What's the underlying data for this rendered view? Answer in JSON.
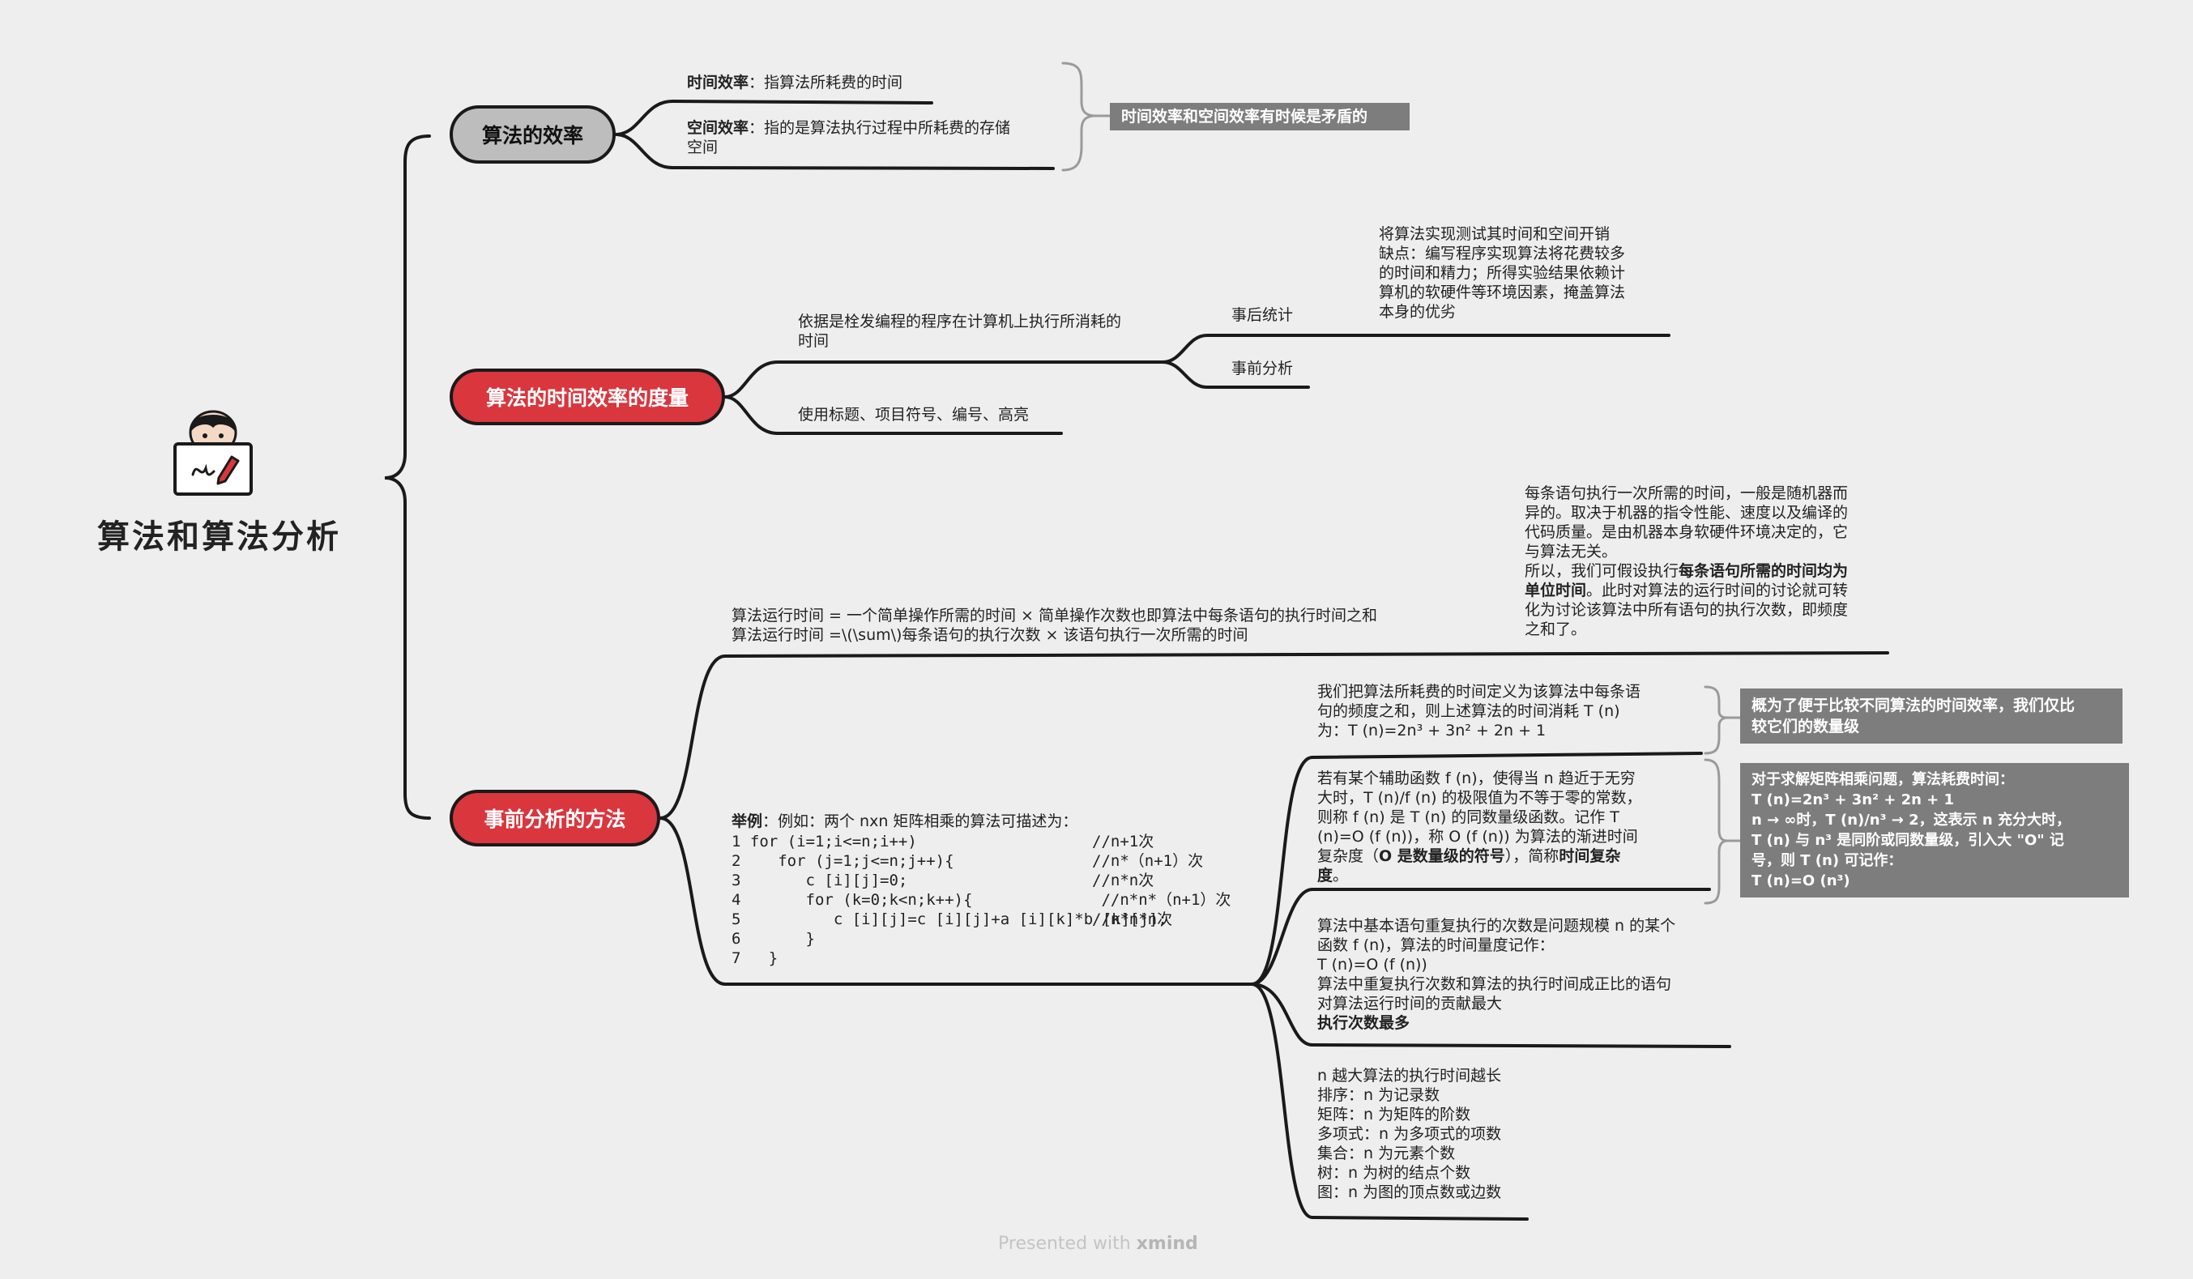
{
  "root": {
    "title": "算法和算法分析",
    "icon": "person-drawing-icon"
  },
  "branches": {
    "efficiency": {
      "label": "算法的效率",
      "time_key": "时间效率",
      "time_val": "：指算法所耗费的时间",
      "space_key": "空间效率",
      "space_val": "：指的是算法执行过程中所耗费的存储\n空间",
      "summary": "时间效率和空间效率有时候是矛盾的"
    },
    "measure": {
      "label": "算法的时间效率的度量",
      "basis": "依据是栓发编程的程序在计算机上执行所消耗的\n时间",
      "post_stat": "事后统计",
      "post_stat_desc": "将算法实现测试其时间和空间开销\n缺点：编写程序实现算法将花费较多\n的时间和精力；所得实验结果依赖计\n算机的软硬件等环境因素，掩盖算法\n本身的优劣",
      "pre_analysis": "事前分析",
      "markers": "使用标题、项目符号、编号、高亮"
    },
    "method": {
      "label": "事前分析的方法",
      "runtime": "算法运行时间 = 一个简单操作所需的时间 × 简单操作次数也即算法中每条语句的执行时间之和\n算法运行时间 =\\(\\sum\\)每条语句的执行次数 × 该语句执行一次所需的时间",
      "unit_time_a": "每条语句执行一次所需的时间，一般是随机器而\n异的。取决于机器的指令性能、速度以及编译的\n代码质量。是由机器本身软硬件环境决定的，它\n与算法无关。\n所以，我们可假设执行",
      "unit_time_b": "每条语句所需的时间均为\n单位时间",
      "unit_time_c": "。此时对算法的运行时间的讨论就可转\n化为讨论该算法中所有语句的执行次数，即频度\n之和了。",
      "example_lead": "举例",
      "example_intro": "：例如：两个 nxn 矩阵相乘的算法可描述为：",
      "code": [
        {
          "ln": "1 ",
          "code": "for (i=1;i<=n;i++)",
          "cm": "//n+1次"
        },
        {
          "ln": "2 ",
          "code": "   for (j=1;j<=n;j++){",
          "cm": "//n*（n+1）次"
        },
        {
          "ln": "3 ",
          "code": "      c [i][j]=0;",
          "cm": "//n*n次"
        },
        {
          "ln": "4 ",
          "code": "      for (k=0;k<n;k++){",
          "cm": " //n*n*（n+1）次"
        },
        {
          "ln": "5 ",
          "code": "         c [i][j]=c [i][j]+a [i][k]*b [k][j];",
          "cm": "//n*n*n次"
        },
        {
          "ln": "6 ",
          "code": "      }",
          "cm": ""
        },
        {
          "ln": "7 ",
          "code": "  }",
          "cm": ""
        }
      ],
      "total_time": "我们把算法所耗费的时间定义为该算法中每条语\n句的频度之和，则上述算法的时间消耗 T (n)\n为：T (n)=2n³ + 3n² + 2n + 1",
      "asym_a": "若有某个辅助函数 f (n)，使得当 n 趋近于无穷\n大时，T (n)/f (n) 的极限值为不等于零的常数，\n则称 f (n) 是 T (n) 的同数量级函数。记作 T\n(n)=O (f (n))，称 O (f (n)) 为算法的渐进时间\n复杂度（",
      "asym_b": "O 是数量级的符号",
      "asym_c": "），简称",
      "asym_d": "时间复杂\n度",
      "asym_e": "。",
      "note1": "概为了便于比较不同算法的时间效率，我们仅比\n较它们的数量级",
      "note2": "对于求解矩阵相乘问题，算法耗费时间：\nT (n)=2n³ + 3n² + 2n + 1\nn → ∞时，T (n)/n³ → 2，这表示 n 充分大时，\nT (n) 与 n³ 是同阶或同数量级，引入大 \"O\" 记\n号，则 T (n) 可记作：\nT (n)=O (n³)",
      "basic_op": "算法中基本语句重复执行的次数是问题规模 n 的某个\n函数 f (n)，算法的时间量度记作：\nT (n)=O (f (n))\n算法中重复执行次数和算法的执行时间成正比的语句\n对算法运行时间的贡献最大",
      "basic_op_bold": "执行次数最多",
      "n_scale": "n 越大算法的执行时间越长\n排序：n 为记录数\n矩阵：n 为矩阵的阶数\n多项式：n 为多项式的项数\n集合：n 为元素个数\n树：n 为树的结点个数\n图：n 为图的顶点数或边数"
    }
  },
  "footer": {
    "prefix": "Presented with ",
    "brand": "xmind"
  }
}
